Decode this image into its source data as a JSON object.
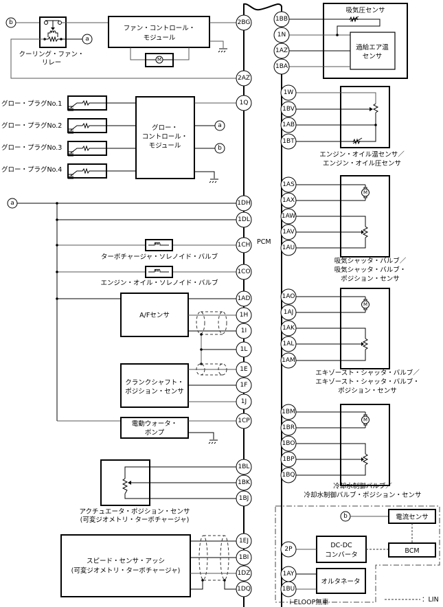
{
  "diagram": {
    "title": "PCM",
    "pcm_label": "PCM",
    "terminal_a": "a",
    "terminal_b": "b",
    "left_pins": {
      "p2BG": "2BG",
      "p2AZ": "2AZ",
      "p1Q": "1Q",
      "p1DH": "1DH",
      "p1DL": "1DL",
      "p1CH": "1CH",
      "p1CO": "1CO",
      "p1AD": "1AD",
      "p1H": "1H",
      "p1I": "1I",
      "p1L": "1L",
      "p1E": "1E",
      "p1F": "1F",
      "p1J": "1J",
      "p1CP": "1CP",
      "p1BL": "1BL",
      "p1BK": "1BK",
      "p1BJ": "1BJ",
      "p1EJ": "1EJ",
      "p1BI": "1BI",
      "p1DZ": "1DZ",
      "p1DQ": "1DQ"
    },
    "right_pins": {
      "p1BB": "1BB",
      "p1N": "1N",
      "p1AZ": "1AZ",
      "p1BA": "1BA",
      "p1W": "1W",
      "p1BV": "1BV",
      "p1AB": "1AB",
      "p1BT": "1BT",
      "p1AS": "1AS",
      "p1AX": "1AX",
      "p1AW": "1AW",
      "p1AV": "1AV",
      "p1AU": "1AU",
      "p1AO": "1AO",
      "p1AJ": "1AJ",
      "p1AK": "1AK",
      "p1AL": "1AL",
      "p1AM": "1AM",
      "p1BM": "1BM",
      "p1BR": "1BR",
      "p1BO": "1BO",
      "p1BP": "1BP",
      "p1BQ": "1BQ",
      "p2P": "2P",
      "p1AY": "1AY",
      "p1BU": "1BU"
    },
    "components": {
      "cooling_fan_relay": [
        "クーリング・ファン・",
        "リレー"
      ],
      "fan_control_module": [
        "ファン・コントロール・",
        "モジュール"
      ],
      "motor_symbol": "M",
      "glow_plugs": [
        "グロー・プラグNo.1",
        "グロー・プラグNo.2",
        "グロー・プラグNo.3",
        "グロー・プラグNo.4"
      ],
      "glow_control_module": [
        "グロー・",
        "コントロール・",
        "モジュール"
      ],
      "turbo_solenoid": "ターボチャージャ・ソレノイド・バルブ",
      "oil_solenoid": "エンジン・オイル・ソレノイド・バルブ",
      "af_sensor": "A/Fセンサ",
      "crankshaft_sensor": [
        "クランクシャフト・",
        "ポジション・センサ"
      ],
      "water_pump": [
        "電動ウォータ・",
        "ポンプ"
      ],
      "actuator_sensor": [
        "アクチュエータ・ポジション・センサ",
        "(可変ジオメトリ・ターボチャージャ)"
      ],
      "speed_sensor": [
        "スピード・センサ・アッシ",
        "(可変ジオメトリ・ターボチャージャ)"
      ],
      "intake_pressure_sensor": "吸気圧センサ",
      "boost_air_temp_sensor": [
        "過給エア温",
        "センサ"
      ],
      "oil_temp_pressure_sensor": [
        "エンジン・オイル温センサ／",
        "エンジン・オイル圧センサ"
      ],
      "intake_shutter": [
        "吸気シャッタ・バルブ／",
        "吸気シャッタ・バルブ・",
        "ポジション・センサ"
      ],
      "exhaust_shutter": [
        "エキゾースト・シャッタ・バルブ／",
        "エキゾースト・シャッタ・バルブ・",
        "ポジション・センサ"
      ],
      "coolant_valve": [
        "冷却水制御バルブ／",
        "冷却水制御バルブ・ポジション・センサ"
      ],
      "current_sensor": "電流センサ",
      "dcdc_converter": [
        "DC-DC",
        "コンバータ"
      ],
      "bcm": "BCM",
      "alternator": "オルタネータ",
      "ieloop_label": "i-ELOOP無車"
    },
    "legend": {
      "lin_label": "：LIN"
    }
  }
}
